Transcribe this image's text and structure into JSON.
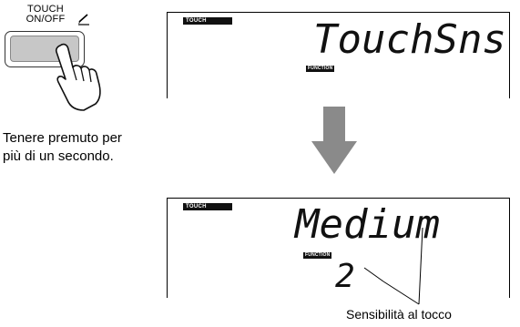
{
  "button": {
    "label_line1": "TOUCH",
    "label_line2": "ON/OFF"
  },
  "caption": {
    "line1": "Tenere premuto per",
    "line2": "più di un secondo."
  },
  "lcd_top": {
    "badge": "TOUCH",
    "text": "TouchSns",
    "function_badge": "FUNCTION"
  },
  "lcd_bottom": {
    "badge": "TOUCH",
    "text": "Medium",
    "function_badge": "FUNCTION",
    "value": "2"
  },
  "footnote": "Sensibilità al tocco",
  "colors": {
    "arrow": "#8a8a8a",
    "button_face": "#c7c7c7",
    "lcd_badge": "#111111"
  },
  "icons": [
    "pen-icon",
    "hand-press-icon",
    "down-arrow-icon"
  ]
}
